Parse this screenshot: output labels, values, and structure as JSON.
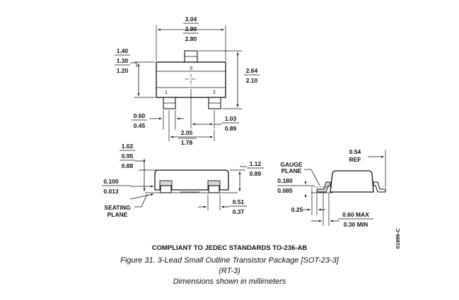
{
  "top_view": {
    "width": [
      "3.04",
      "2.90",
      "2.80"
    ],
    "body_width": [
      "1.40",
      "1.30",
      "1.20"
    ],
    "overall_length": [
      "2.64",
      "2.10"
    ],
    "lead_width": [
      "0.60",
      "0.45"
    ],
    "lead_pitch_half": [
      "1.03",
      "0.89"
    ],
    "lead_span": [
      "2.05",
      "1.78"
    ],
    "pins": [
      "3",
      "1",
      "2"
    ]
  },
  "side_view": {
    "height": [
      "1.02",
      "0.95",
      "0.88"
    ],
    "body_height": [
      "1.12",
      "0.89"
    ],
    "standoff": [
      "0.100",
      "0.013"
    ],
    "lead_len": [
      "0.51",
      "0.37"
    ],
    "seating_plane": [
      "SEATING",
      "PLANE"
    ]
  },
  "end_view": {
    "ref": [
      "0.54",
      "REF"
    ],
    "gauge_plane": [
      "GAUGE",
      "PLANE"
    ],
    "lead_thickness": [
      "0.180",
      "0.085"
    ],
    "gauge": "0.25",
    "foot": [
      "0.60 MAX",
      "0.30 MIN"
    ]
  },
  "drawing_id": "01999-C",
  "compliance": "COMPLIANT TO JEDEC STANDARDS TO-236-AB",
  "caption": {
    "line1": "Figure 31. 3-Lead Small Outline Transistor Package [SOT-23-3]",
    "line2": "(RT-3)",
    "line3": "Dimensions shown in millimeters"
  }
}
